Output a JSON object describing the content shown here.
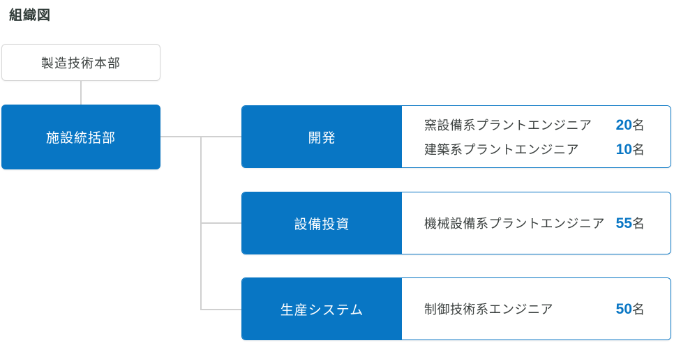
{
  "title": "組織図",
  "colors": {
    "accent_blue": "#0876c4",
    "text_dark": "#3b403f",
    "connector_gray": "#d0d0d0",
    "panel_white": "#ffffff"
  },
  "root_box": {
    "label": "製造技術本部"
  },
  "division_box": {
    "label": "施設統括部"
  },
  "rows": [
    {
      "label": "開発",
      "entries": [
        {
          "role": "窯設備系プラントエンジニア",
          "count": "20",
          "unit": "名"
        },
        {
          "role": "建築系プラントエンジニア",
          "count": "10",
          "unit": "名"
        }
      ]
    },
    {
      "label": "設備投資",
      "entries": [
        {
          "role": "機械設備系プラントエンジニア",
          "count": "55",
          "unit": "名"
        }
      ]
    },
    {
      "label": "生産システム",
      "entries": [
        {
          "role": "制御技術系エンジニア",
          "count": "50",
          "unit": "名"
        }
      ]
    }
  ]
}
